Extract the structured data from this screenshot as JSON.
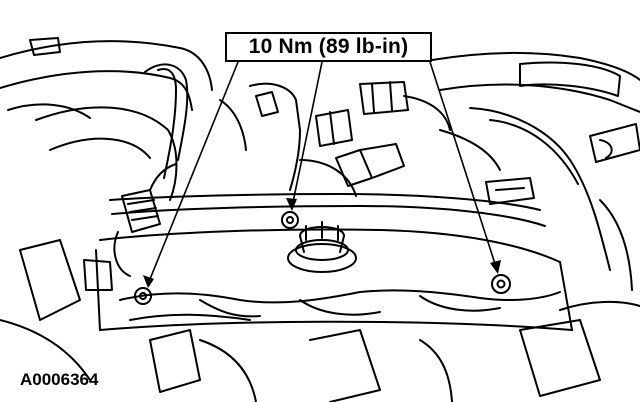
{
  "callout": {
    "torque_spec": "10 Nm (89 lb-in)"
  },
  "figure": {
    "id": "A0006364"
  },
  "colors": {
    "ink": "#000000",
    "paper": "#ffffff"
  },
  "annotations": {
    "arrow_count": 3,
    "bolts_indicated": 3
  }
}
